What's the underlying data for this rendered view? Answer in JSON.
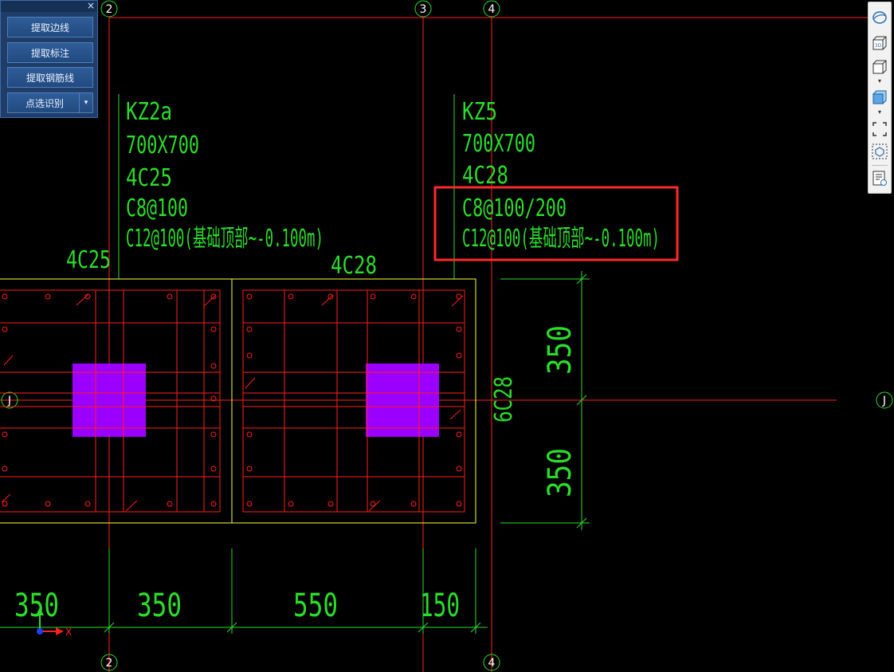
{
  "tool_panel": {
    "close_label": "×",
    "buttons": [
      "提取边线",
      "提取标注",
      "提取钢筋线",
      "点选识别"
    ],
    "dropdown_glyph": "▾"
  },
  "axes": {
    "top_labels": [
      "2",
      "3",
      "4"
    ],
    "bottom_labels": [
      "2",
      "4"
    ],
    "row_label": "J"
  },
  "column_left": {
    "id": "KZ2a",
    "size": "700X700",
    "corner_bars": "4C25",
    "stirrup": "C8@100",
    "extra": "C12@100(基础顶部~-0.100m)",
    "side_label": "4C25"
  },
  "column_right": {
    "id": "KZ5",
    "size": "700X700",
    "corner_bars": "4C28",
    "stirrup": "C8@100/200",
    "extra": "C12@100(基础顶部~-0.100m)",
    "side_label": "4C28",
    "vertical_label": "6C28"
  },
  "dimensions": {
    "bottom": [
      "350",
      "350",
      "550",
      "150"
    ],
    "right": [
      "350",
      "350"
    ]
  },
  "ucs": {
    "x_label": "X"
  },
  "right_toolbar": {
    "icons": [
      "orbit-icon",
      "view-3d-icon",
      "box-wire-icon",
      "box-solid-icon",
      "select-region-icon",
      "view-cube-icon",
      "properties-icon"
    ]
  },
  "colors": {
    "background": "#000000",
    "axis_red": "#ff2020",
    "annotation_green": "#2bdc2b",
    "rebar_red": "#ff1e1e",
    "column_fill": "#9b00ff",
    "outline_yellow": "#ffff3c",
    "highlight_box": "#ff2a2a"
  }
}
